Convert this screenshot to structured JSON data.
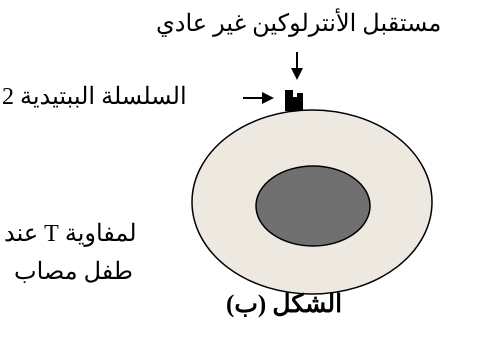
{
  "labels": {
    "receptor": "مستقبل الأنترلوكين غير عادي",
    "chain": "السلسلة الببتيدية 2",
    "cell_caption_line1": "لمفاوية T عند",
    "cell_caption_line2": "طفل مصاب",
    "figure_caption": "الشكل (ب)"
  },
  "colors": {
    "cytoplasm": "#ede9e0",
    "nucleus": "#707070",
    "outline": "#000000",
    "background": "#ffffff"
  }
}
